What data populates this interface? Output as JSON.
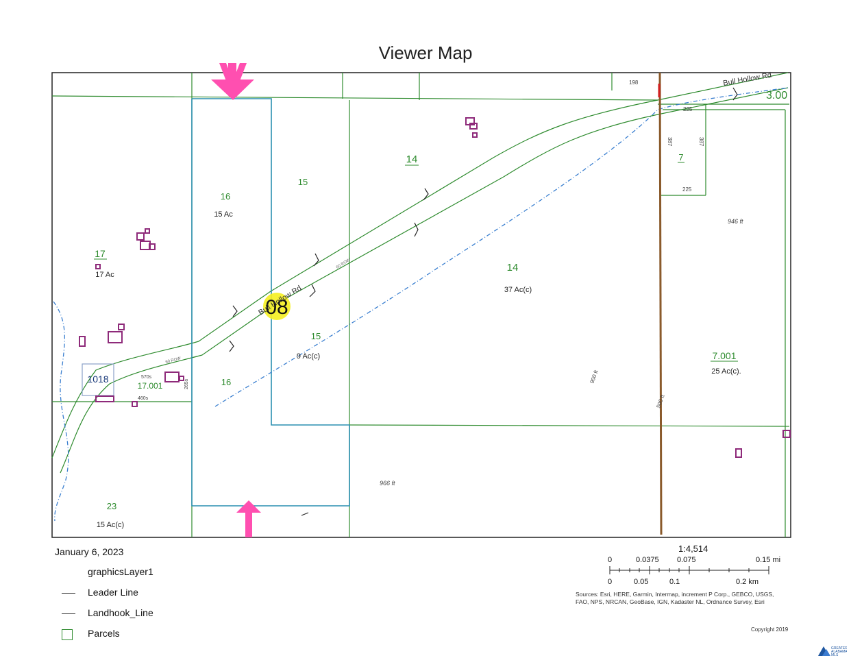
{
  "title": "Viewer Map",
  "date": "January 6, 2023",
  "legend": {
    "items": [
      {
        "label": "graphicsLayer1",
        "symbol": "none"
      },
      {
        "label": "Leader Line",
        "symbol": "line"
      },
      {
        "label": "Landhook_Line",
        "symbol": "line"
      },
      {
        "label": "Parcels",
        "symbol": "box"
      }
    ]
  },
  "scale": {
    "ratio": "1:4,514",
    "mi_ticks": [
      "0",
      "0.0375",
      "0.075",
      "0.15 mi"
    ],
    "km_ticks": [
      "0",
      "0.05",
      "0.1",
      "0.2 km"
    ]
  },
  "sources": "Sources: Esri, HERE, Garmin, Intermap, increment P Corp., GEBCO, USGS, FAO, NPS, NRCAN, GeoBase, IGN, Kadaster NL, Ordnance Survey, Esri",
  "copyright": "Copyright 2019",
  "brand": "GREATER ALABAMA MLS",
  "map": {
    "road_name": "Bull Hollow Rd",
    "road_name_top": "Bull Hollow Rd",
    "highlight": "08",
    "top_right_value": "3.00",
    "parcels": [
      {
        "id": "17",
        "area": "17 Ac"
      },
      {
        "id": "16",
        "area": "15 Ac"
      },
      {
        "id": "15",
        "area": ""
      },
      {
        "id": "14",
        "area": ""
      },
      {
        "id": "7",
        "area": ""
      },
      {
        "id": "14",
        "area": "37 Ac(c)"
      },
      {
        "id": "15",
        "area": "9 Ac(c)"
      },
      {
        "id": "16",
        "area": ""
      },
      {
        "id": "7.001",
        "area": "25 Ac(c)."
      },
      {
        "id": "17.001",
        "area": ""
      },
      {
        "id": "23",
        "area": "15 Ac(c)"
      },
      {
        "id": "1018",
        "area": ""
      }
    ],
    "dimensions": {
      "d198": "198",
      "d225_top": "225",
      "d225_bottom": "225",
      "d387_left": "387",
      "d387_right": "387",
      "d946": "946 ft",
      "d966": "966 ft",
      "d900": "900 ft",
      "d500": "500 ft",
      "d570": "570s",
      "d460": "460s",
      "d265": "265s",
      "road_width_a": "60 ROW",
      "road_width_b": "60 ROW"
    }
  },
  "colors": {
    "parcel_line": "#2e8b2e",
    "subject_boundary": "#2a8fb0",
    "stream": "#3a7fd0",
    "building": "#8e2a7a",
    "highlight": "#f5f020",
    "arrow": "#ff4fb0",
    "brown_line": "#8a5a2b"
  }
}
